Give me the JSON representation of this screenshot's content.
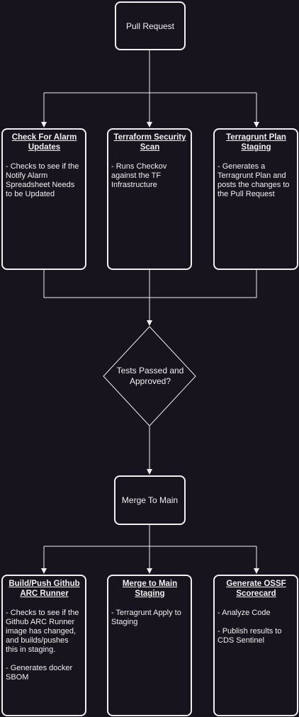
{
  "nodes": {
    "pull_request": "Pull Request",
    "decision": [
      "Tests Passed and",
      "Approved?"
    ],
    "merge_to_main": "Merge To Main"
  },
  "stage1": [
    {
      "title": [
        "Check For Alarm",
        "Updates"
      ],
      "body": [
        "- Checks to see if the",
        "Notify Alarm",
        "Spreadsheet Needs",
        "to be Updated"
      ]
    },
    {
      "title": [
        "Terraform Security",
        "Scan"
      ],
      "body": [
        "- Runs Checkov",
        "against the TF",
        "Infrastructure"
      ]
    },
    {
      "title": [
        "Terragrunt Plan",
        "Staging"
      ],
      "body": [
        "- Generates a",
        "Terragrunt Plan and",
        "posts the changes to",
        "the Pull Request"
      ]
    }
  ],
  "stage2": [
    {
      "title": [
        "Build/Push Github",
        "ARC Runner"
      ],
      "body": [
        "- Checks to see if the",
        "Github ARC Runner",
        "image has changed,",
        "and builds/pushes",
        "this in staging.",
        "",
        "- Generates docker",
        "SBOM"
      ]
    },
    {
      "title": [
        "Merge to Main",
        "Staging"
      ],
      "body": [
        "- Terragrunt Apply to",
        "Staging"
      ]
    },
    {
      "title": [
        "Generate OSSF",
        "Scorecard"
      ],
      "body": [
        "- Analyze Code",
        "",
        "- Publish results to",
        "CDS Sentinel"
      ]
    }
  ]
}
